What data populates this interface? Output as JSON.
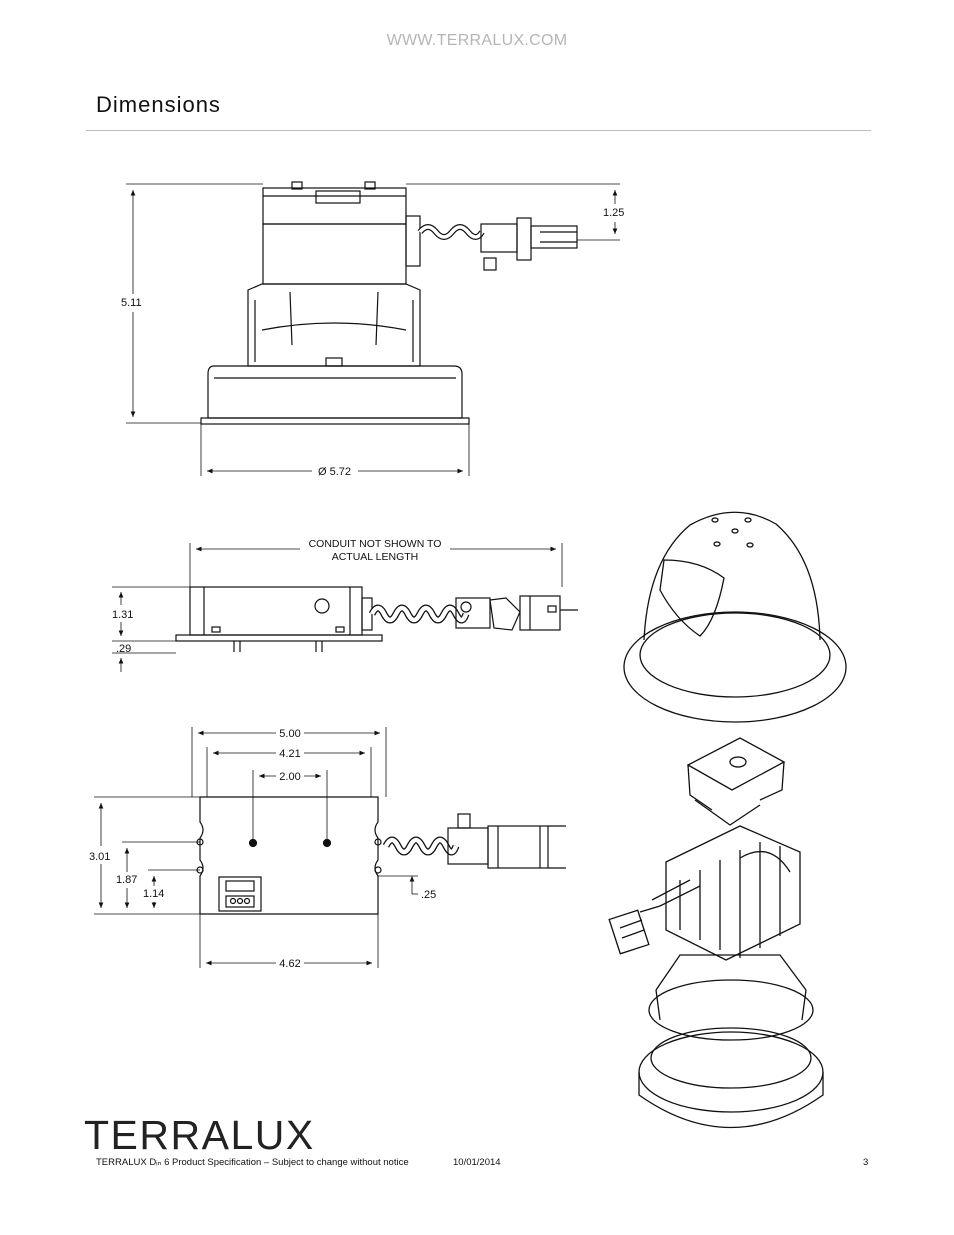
{
  "page": {
    "url": "WWW.TERRALUX.COM",
    "heading": "Dimensions",
    "logo": "TERRALUX",
    "footer_left": "TERRALUX Dᵢₙ 6 Product Specification – Subject to change without notice",
    "footer_date": "10/01/2014",
    "page_number": "3"
  },
  "side_view": {
    "height_label": "5.11",
    "top_offset_label": "1.25",
    "diameter_label": "Ø 5.72"
  },
  "low_profile_view": {
    "note_line1": "CONDUIT NOT SHOWN TO",
    "note_line2": "ACTUAL LENGTH",
    "height_label": "1.31",
    "flange_label": ".29"
  },
  "top_view": {
    "width_outer_label": "5.00",
    "width_mid_label": "4.21",
    "hole_spacing_label": "2.00",
    "height_label": "3.01",
    "height2_label": "1.87",
    "height3_label": "1.14",
    "offset_label": ".25",
    "base_width_label": "4.62"
  }
}
